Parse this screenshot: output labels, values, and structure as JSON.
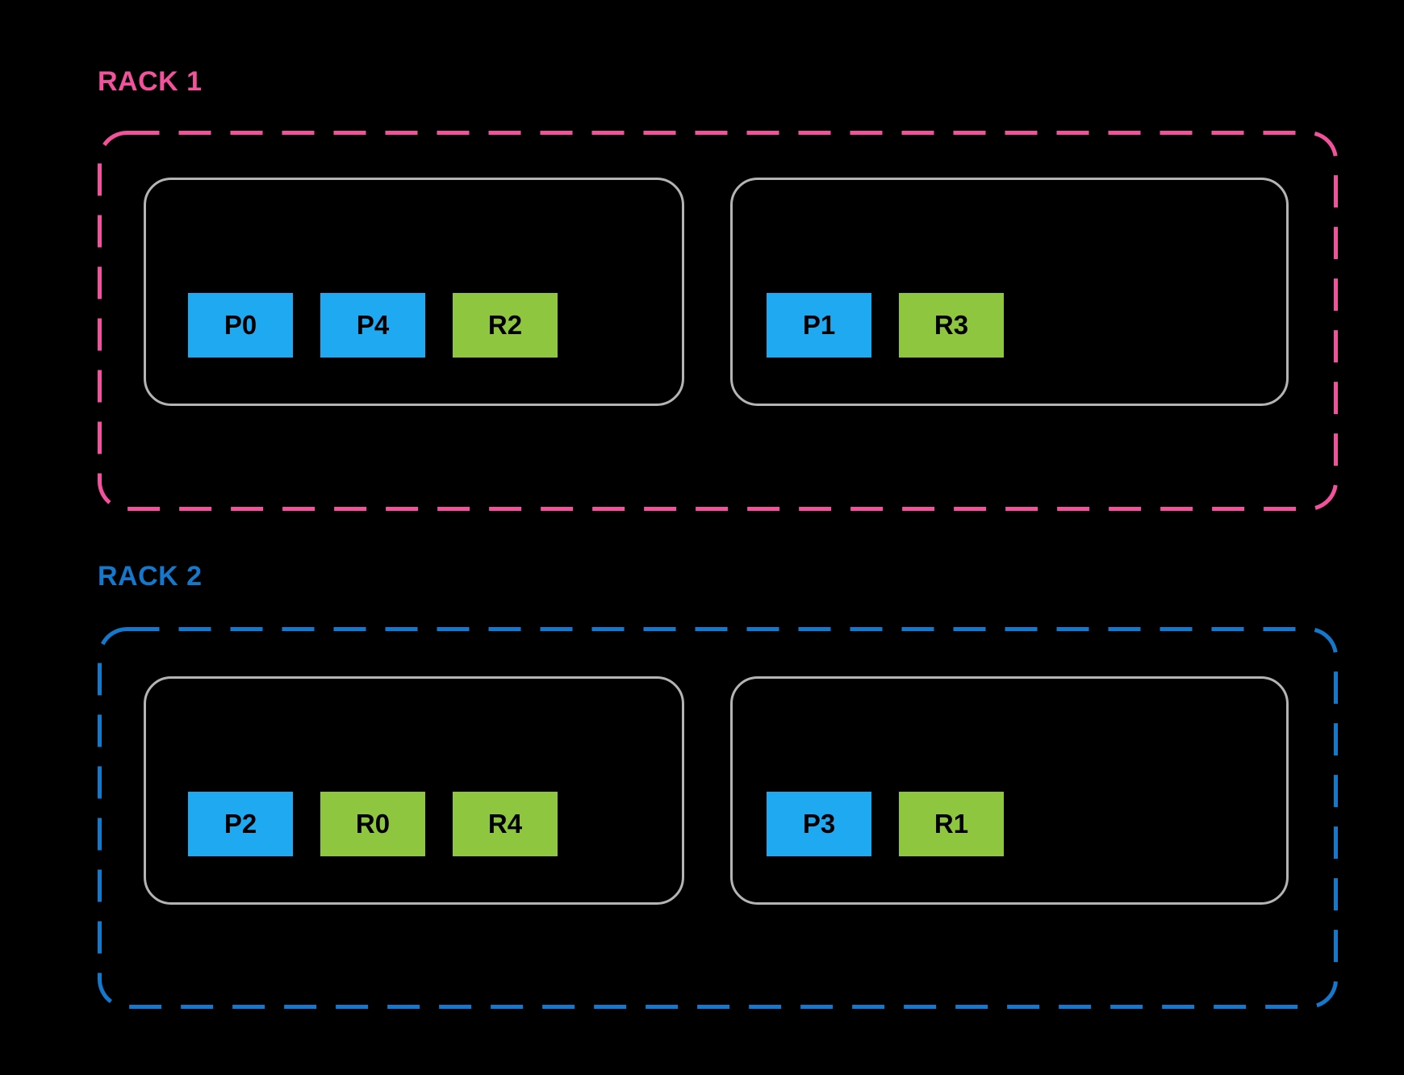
{
  "colors": {
    "background": "#000000",
    "rack1_accent": "#f2519c",
    "rack2_accent": "#1478cc",
    "partition_blue": "#1fa9f1",
    "replica_green": "#8ec63f",
    "node_border": "#b4b4b4",
    "box_text": "#000000"
  },
  "racks": [
    {
      "label": "RACK 1",
      "nodes": [
        {
          "boxes": [
            {
              "label": "P0",
              "type": "partition"
            },
            {
              "label": "P4",
              "type": "partition"
            },
            {
              "label": "R2",
              "type": "replica"
            }
          ]
        },
        {
          "boxes": [
            {
              "label": "P1",
              "type": "partition"
            },
            {
              "label": "R3",
              "type": "replica"
            }
          ]
        }
      ]
    },
    {
      "label": "RACK 2",
      "nodes": [
        {
          "boxes": [
            {
              "label": "P2",
              "type": "partition"
            },
            {
              "label": "R0",
              "type": "replica"
            },
            {
              "label": "R4",
              "type": "replica"
            }
          ]
        },
        {
          "boxes": [
            {
              "label": "P3",
              "type": "partition"
            },
            {
              "label": "R1",
              "type": "replica"
            }
          ]
        }
      ]
    }
  ]
}
